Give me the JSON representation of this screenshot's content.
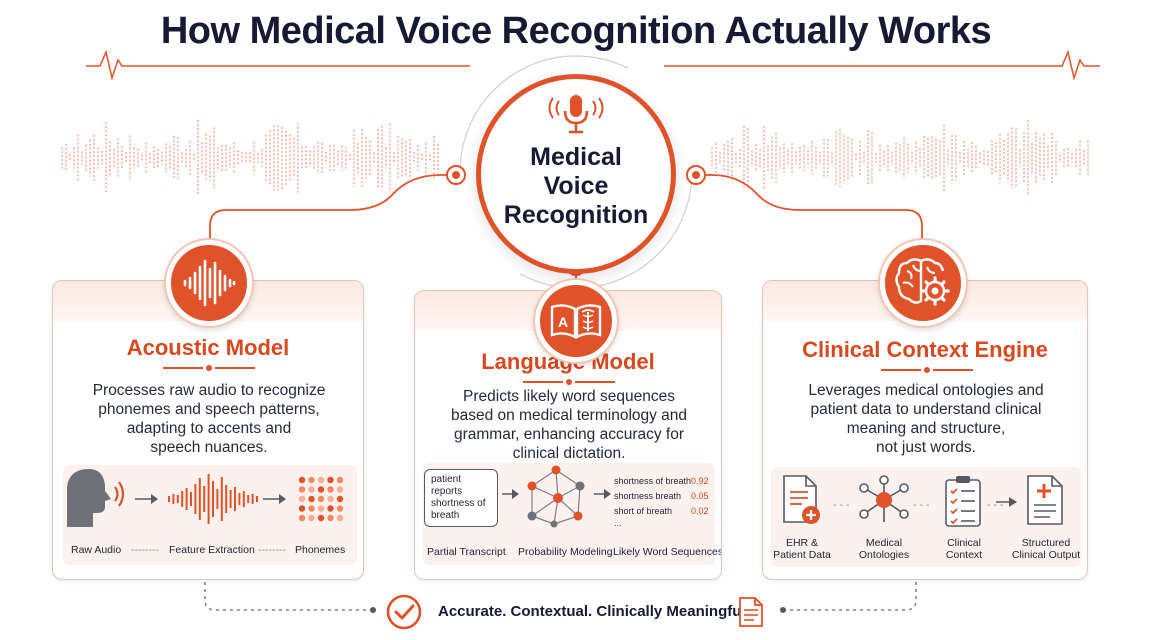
{
  "title": "How Medical Voice Recognition Actually Works",
  "hub": {
    "line1": "Medical",
    "line2": "Voice",
    "line3": "Recognition",
    "icon": "microphone-icon"
  },
  "colors": {
    "accent": "#e0532a",
    "accent_text": "#d9481f",
    "dark": "#161b33",
    "card_border": "#e9c3b3"
  },
  "acoustic": {
    "title": "Acoustic Model",
    "desc": [
      "Processes raw audio to recognize",
      "phonemes and speech patterns,",
      "adapting to accents and",
      "speech nuances."
    ],
    "steps": [
      "Raw Audio",
      "Feature Extraction",
      "Phonemes"
    ],
    "icon": "waveform-icon"
  },
  "language": {
    "title": "Language Model",
    "desc": [
      "Predicts likely word sequences",
      "based on medical terminology and",
      "grammar, enhancing accuracy for",
      "clinical dictation."
    ],
    "transcript": [
      "patient",
      "reports",
      "shortness of",
      "breath"
    ],
    "steps": [
      "Partial Transcript",
      "Probability Modeling",
      "Likely Word Sequences"
    ],
    "sequences": [
      {
        "text": "shortness of breath",
        "p": "0.92"
      },
      {
        "text": "shortness breath",
        "p": "0.05"
      },
      {
        "text": "short of breath",
        "p": "0.02"
      },
      {
        "text": "...",
        "p": ""
      }
    ],
    "icon": "book-caduceus-icon"
  },
  "clinical": {
    "title": "Clinical Context Engine",
    "desc": [
      "Leverages medical ontologies and",
      "patient data to understand clinical",
      "meaning and structure,",
      "not just words."
    ],
    "steps": [
      {
        "l1": "EHR &",
        "l2": "Patient Data"
      },
      {
        "l1": "Medical",
        "l2": "Ontologies"
      },
      {
        "l1": "Clinical",
        "l2": "Context"
      },
      {
        "l1": "Structured",
        "l2": "Clinical Output"
      }
    ],
    "icon": "brain-gear-icon"
  },
  "footer": {
    "text": "Accurate. Contextual. Clinically Meaningful.",
    "check_icon": "check-circle-icon",
    "doc_icon": "document-icon"
  }
}
